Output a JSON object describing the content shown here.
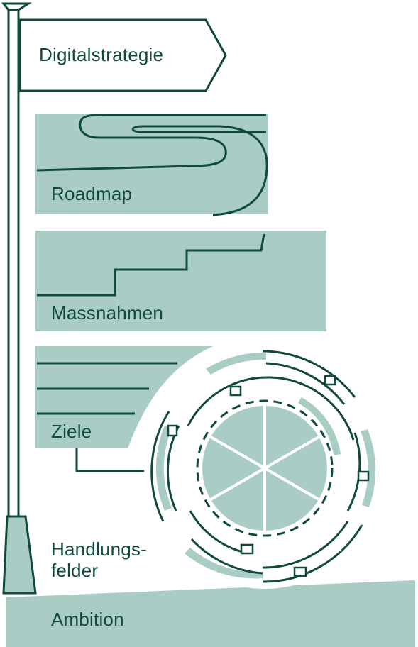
{
  "signpost": {
    "label": "Digitalstrategie"
  },
  "layers": {
    "roadmap": "Roadmap",
    "massnahmen": "Massnahmen",
    "ziele": "Ziele",
    "handlungsfelder": "Handlungs-\nfelder",
    "ambition": "Ambition"
  },
  "colors": {
    "fill": "#a9cdc4",
    "stroke": "#0f4a3c",
    "text": "#0f4a3c",
    "background": "#ffffff"
  },
  "icons": {
    "road": "winding-road-icon",
    "stairs": "stairs-icon",
    "rings": "concentric-rings-icon",
    "pie": "six-segment-pie-icon"
  }
}
